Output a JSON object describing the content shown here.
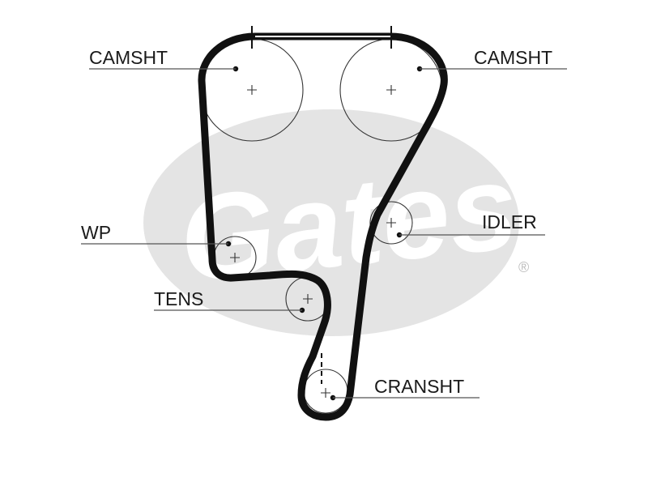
{
  "watermark": {
    "text": "Gates",
    "registered": "®"
  },
  "labels": {
    "camshaft_left": "CAMSHT",
    "camshaft_right": "CAMSHT",
    "water_pump": "WP",
    "idler": "IDLER",
    "tensioner": "TENS",
    "crankshaft": "CRANSHT"
  },
  "colors": {
    "belt": "#111111",
    "watermark": "#e4e4e4",
    "text": "#1a1a1a"
  }
}
